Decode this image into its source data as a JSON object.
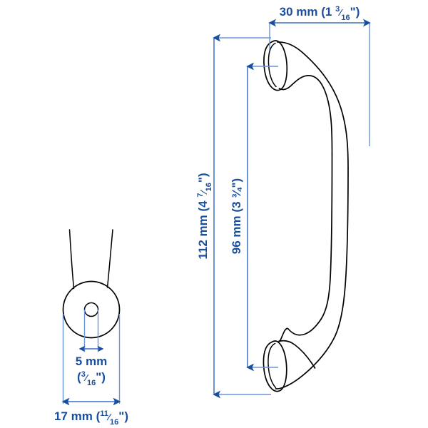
{
  "drawing": {
    "title": "Handle technical dimension drawing",
    "background_color": "#ffffff",
    "line_color": "#000000",
    "dimension_color": "#1a4fa0",
    "extension_line_color": "#6b93d6"
  },
  "dimensions": {
    "width_top": {
      "label_mm": "30 mm",
      "label_inch_whole": "(1",
      "frac_numerator": "3",
      "frac_denominator": "16",
      "label_close": "\")",
      "full_text": "30 mm (1 3/16\")"
    },
    "height_overall": {
      "label_mm": "112 mm",
      "label_inch_whole": "(4",
      "frac_numerator": "7",
      "frac_denominator": "16",
      "label_close": "\")",
      "full_text": "112 mm (4 7/16\")"
    },
    "height_centers": {
      "label_mm": "96 mm",
      "label_inch_whole": "(3",
      "frac_inline": "¾",
      "label_close": "\")",
      "full_text": "96 mm (3 3/4\")"
    },
    "hole_diameter": {
      "label_mm": "5 mm",
      "label_inch_open": "(",
      "frac_numerator": "3",
      "frac_denominator": "16",
      "label_close": "\")",
      "full_text": "5 mm (3/16\")"
    },
    "base_diameter": {
      "label_mm": "17 mm",
      "label_inch_whole": "(",
      "frac_numerator": "11",
      "frac_denominator": "16",
      "label_close": "\")",
      "full_text": "17 mm (11/16\")"
    }
  },
  "views": {
    "side_view": {
      "name": "handle-side-view",
      "description": "D-shaped pull handle with two elliptical mounting bases"
    },
    "end_view": {
      "name": "handle-end-view",
      "description": "Circular base plate with central screw hole and tapered shaft"
    }
  }
}
